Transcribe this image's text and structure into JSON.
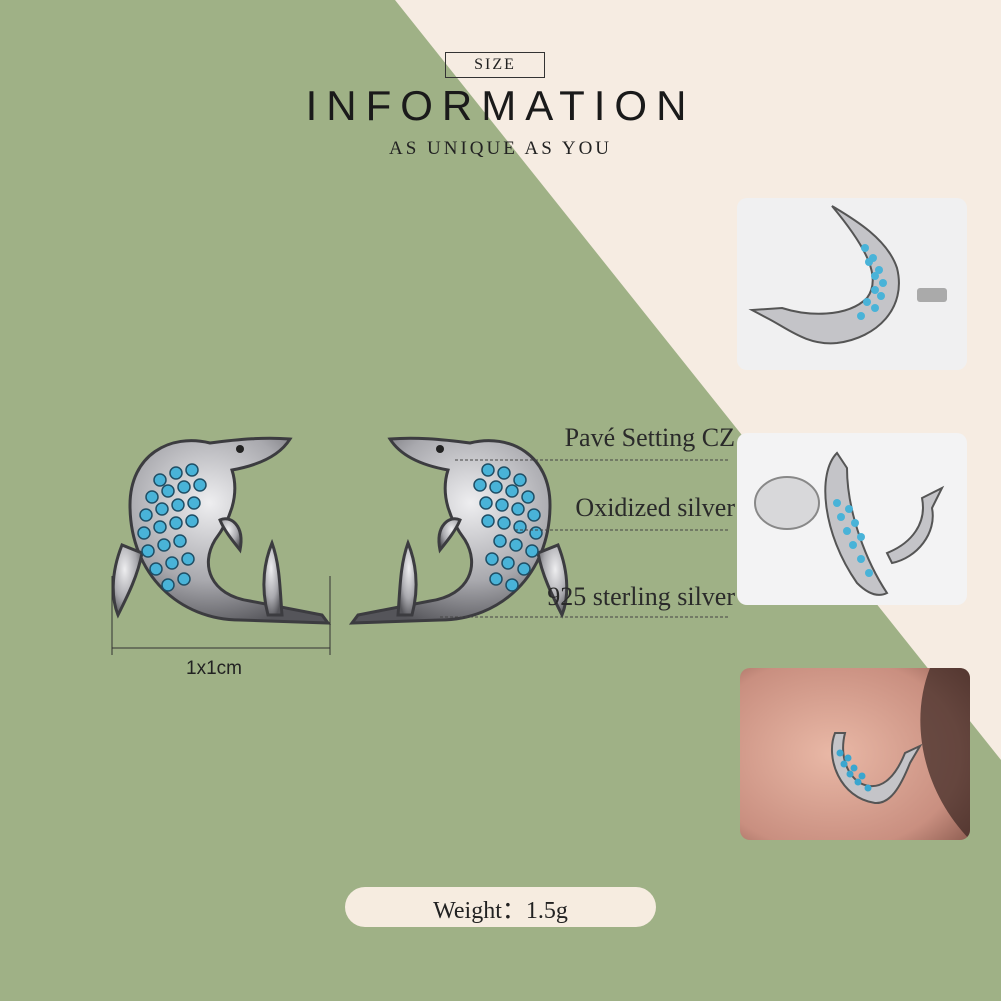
{
  "header": {
    "tag": "SIZE",
    "title": "INFORMATION",
    "subtitle": "AS UNIQUE AS YOU"
  },
  "features": [
    {
      "label": "Pavé Setting CZ"
    },
    {
      "label": "Oxidized silver"
    },
    {
      "label": "925 sterling silver"
    }
  ],
  "dimension": {
    "label": "1x1cm"
  },
  "weight": {
    "label": "Weight：1.5g"
  },
  "colors": {
    "green_panel": "#9fb186",
    "cream": "#f6ece2",
    "stone_blue": "#49b3d8",
    "silver": "#b8b8bc"
  },
  "thumbnails": [
    {
      "icon": "dolphin-earring-side-photo"
    },
    {
      "icon": "dolphin-earring-back-photo"
    },
    {
      "icon": "dolphin-earring-worn-photo"
    }
  ]
}
